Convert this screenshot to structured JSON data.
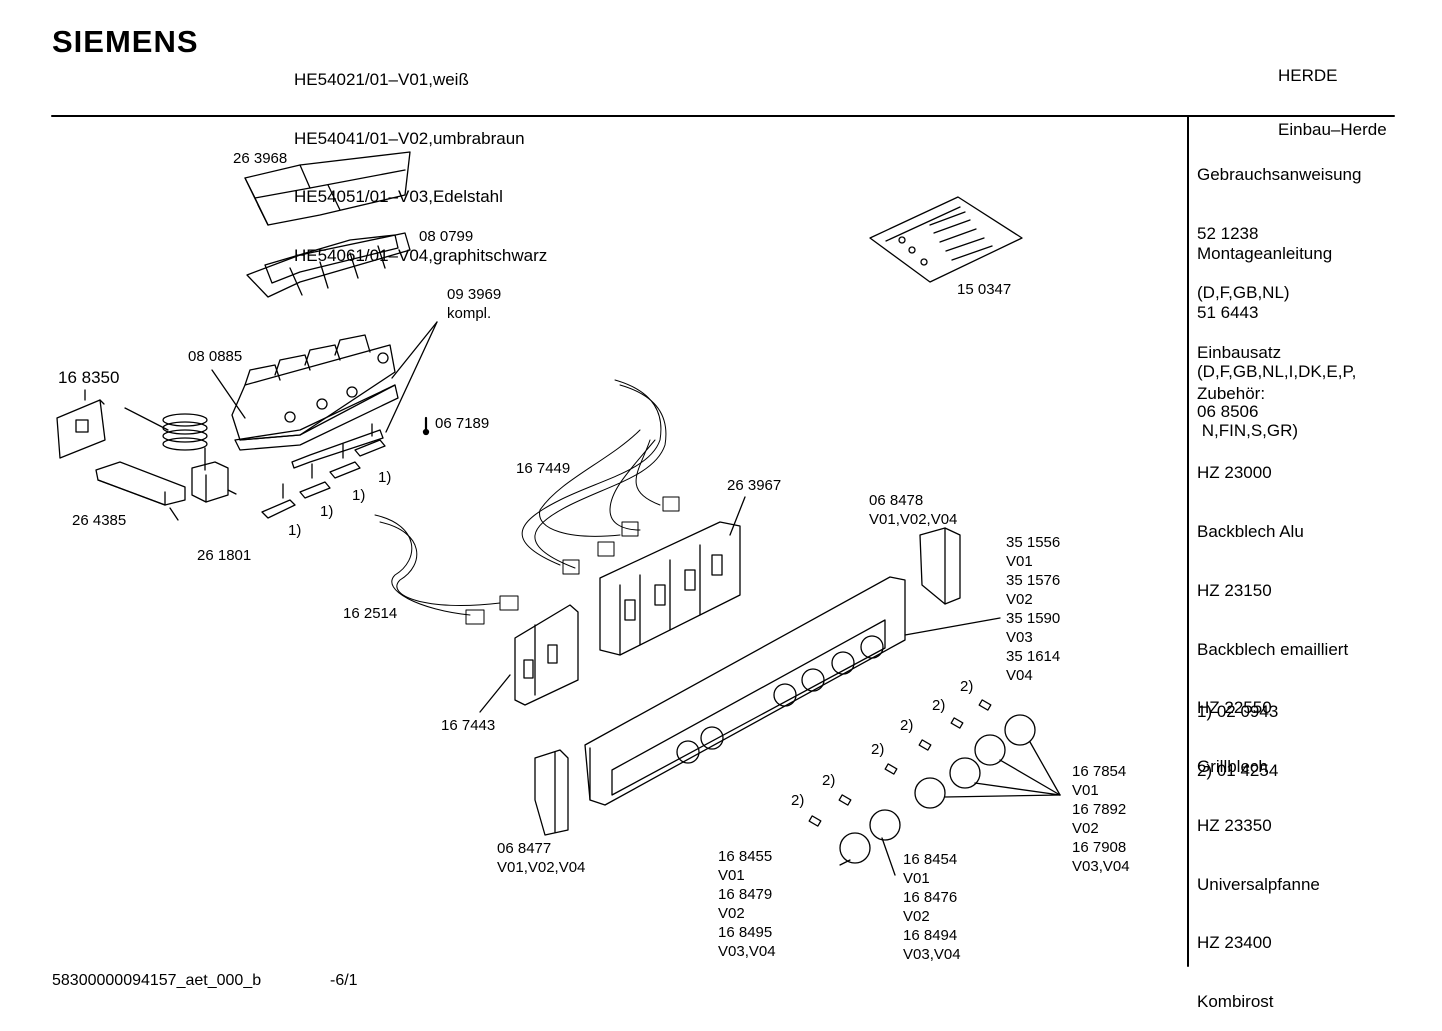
{
  "header": {
    "brand": "SIEMENS",
    "models": [
      "HE54021/01–V01,weiß",
      "HE54041/01–V02,umbrabraun",
      "HE54051/01–V03,Edelstahl",
      "HE54061/01–V04,graphitschwarz"
    ],
    "category": [
      "HERDE",
      "Einbau–Herde"
    ]
  },
  "sidebar": {
    "manual": [
      "Gebrauchsanweisung",
      "52 1238",
      "(D,F,GB,NL)"
    ],
    "assembly": [
      "Montageanleitung",
      "51 6443",
      "(D,F,GB,NL,I,DK,E,P,",
      " N,FIN,S,GR)"
    ],
    "install_kit": [
      "Einbausatz",
      "06 8506"
    ],
    "accessories_title": "Zubehör:",
    "accessories": [
      "HZ 23000",
      "Backblech Alu",
      "HZ 23150",
      "Backblech emailliert",
      "HZ 22550",
      "Grillblech",
      "HZ 23350",
      "Universalpfanne",
      "HZ 23400",
      "Kombirost"
    ],
    "notes": [
      "1) 02 0943",
      "2) 01 4254"
    ]
  },
  "parts": {
    "p263968": "26 3968",
    "p080799": "08 0799",
    "p093969": "09 3969\nkompl.",
    "p080885": "08 0885",
    "p168350": "16 8350",
    "p067189": "06 7189",
    "p167449": "16 7449",
    "p263967": "26 3967",
    "p150347": "15 0347",
    "p264385": "26 4385",
    "p261801": "26 1801",
    "p162514": "16 2514",
    "p167443": "16 7443",
    "p068478": "06 8478\nV01,V02,V04",
    "p351556": "35 1556\nV01\n35 1576\nV02\n35 1590\nV03\n35 1614\nV04",
    "p167854": "16 7854\nV01\n16 7892\nV02\n16 7908\nV03,V04",
    "p068477": "06 8477\nV01,V02,V04",
    "p168455": "16 8455\nV01\n16 8479\nV02\n16 8495\nV03,V04",
    "p168454": "16 8454\nV01\n16 8476\nV02\n16 8494\nV03,V04",
    "note1": "1)",
    "note2": "2)"
  },
  "footer": {
    "doc_id": "58300000094157_aet_000_b",
    "page": "-6/1"
  }
}
